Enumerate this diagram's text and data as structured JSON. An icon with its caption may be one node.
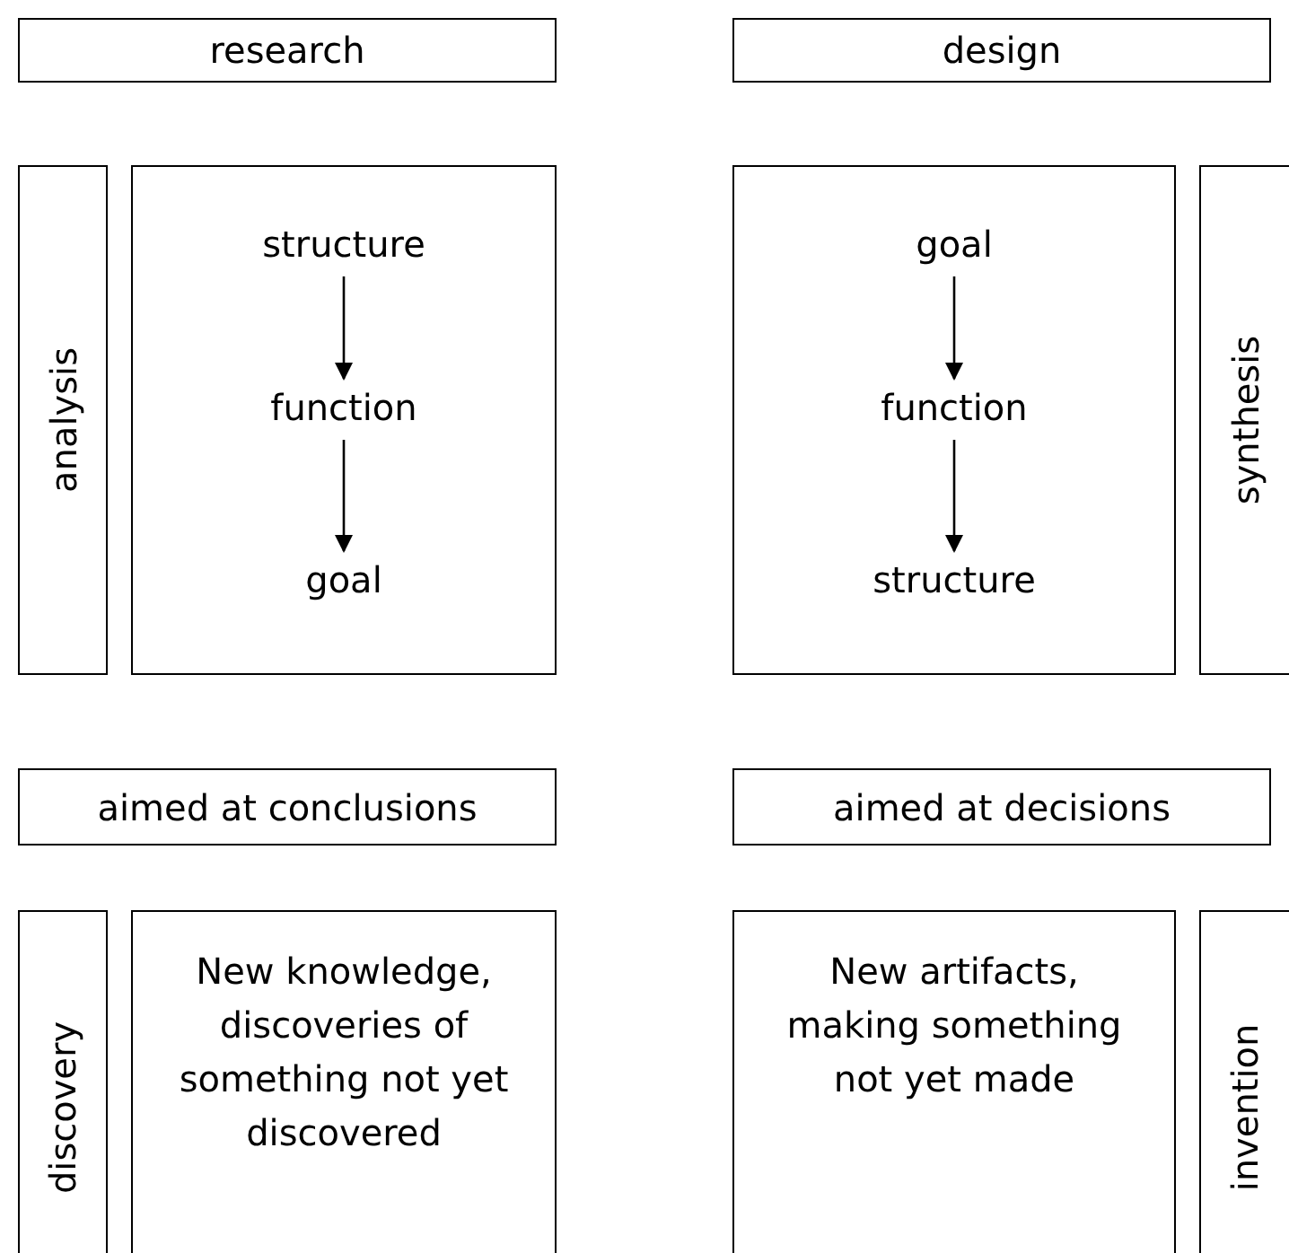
{
  "diagram": {
    "nodes": [
      {
        "text": [
          "research"
        ]
      },
      {
        "text": [
          "design"
        ]
      },
      {
        "text": [
          "analysis"
        ]
      },
      {
        "text": [],
        "shape": "box"
      },
      {
        "text": [
          "structure"
        ],
        "in": 3
      },
      {
        "text": [
          "function"
        ],
        "in": 3
      },
      {
        "text": [
          "goal"
        ],
        "in": 3
      },
      {
        "text": [],
        "shape": "box"
      },
      {
        "text": [
          "goal"
        ],
        "in": 7
      },
      {
        "text": [
          "function"
        ],
        "in": 7
      },
      {
        "text": [
          "structure"
        ],
        "in": 7
      },
      {
        "text": [
          "synthesis"
        ]
      },
      {
        "text": [
          "aimed at conclusions"
        ]
      },
      {
        "text": [
          "aimed at decisions"
        ]
      },
      {
        "text": [
          "discovery"
        ]
      },
      {
        "text": [
          "New knowledge, discoveries of something not yet discovered"
        ]
      },
      {
        "text": [
          "New artifacts, making something not yet made"
        ]
      },
      {
        "text": [
          "invention"
        ]
      }
    ],
    "edges": [
      {
        "from": 4,
        "to": 5,
        "arrow": "to"
      },
      {
        "from": 5,
        "to": 6,
        "arrow": "to"
      },
      {
        "from": 8,
        "to": 9,
        "arrow": "to"
      },
      {
        "from": 9,
        "to": 10,
        "arrow": "to"
      }
    ]
  }
}
